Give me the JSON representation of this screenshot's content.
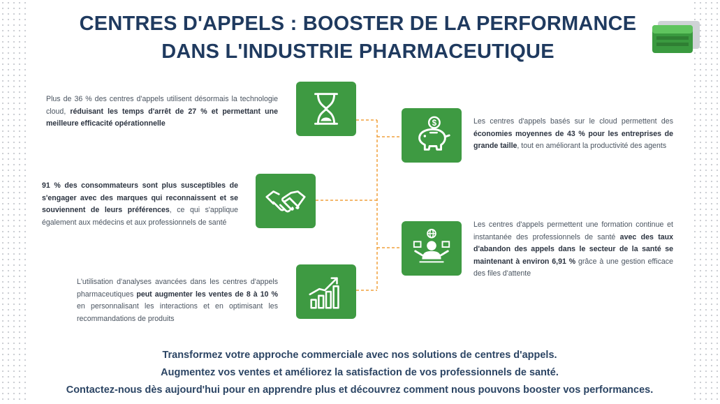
{
  "title": {
    "line1": "CENTRES D'APPELS : BOOSTER DE LA PERFORMANCE",
    "line2": "DANS L'INDUSTRIE PHARMACEUTIQUE"
  },
  "colors": {
    "title": "#1f3a5f",
    "icon_bg": "#3e9a42",
    "connector": "#f0a03c",
    "text": "#4a5460"
  },
  "blocks": [
    {
      "icon": "hourglass-icon",
      "pre": "Plus de 36 % des centres d'appels utilisent désormais la technologie cloud, ",
      "bold": "réduisant les temps d'arrêt de 27 % et permettant une meilleure efficacité opérationnelle",
      "post": ""
    },
    {
      "icon": "piggy-bank-icon",
      "pre": " Les centres d'appels basés sur le cloud permettent des ",
      "bold": "économies moyennes de 43 % pour les entreprises de grande taille",
      "post": ", tout en améliorant la productivité des agents"
    },
    {
      "icon": "handshake-icon",
      "pre": "",
      "bold": "91 % des consommateurs sont plus susceptibles de s'engager avec des marques qui reconnaissent et se souviennent de leurs préférences",
      "post": ", ce qui s'applique également aux médecins et aux professionnels de santé"
    },
    {
      "icon": "training-icon",
      "pre": "Les centres d'appels permettent une formation continue et instantanée des professionnels de santé ",
      "bold": "avec des taux d'abandon des appels dans le secteur de la santé se maintenant à environ 6,91 %",
      "post": " grâce à une gestion efficace des files d'attente"
    },
    {
      "icon": "growth-chart-icon",
      "pre": "L'utilisation d'analyses avancées dans les centres d'appels pharmaceutiques ",
      "bold": "peut augmenter les ventes de 8 à 10 %",
      "post": " en personnalisant les interactions et en optimisant les recommandations de produits"
    }
  ],
  "cta": {
    "line1": "Transformez votre approche commerciale avec nos solutions de centres d'appels.",
    "line2": "Augmentez vos ventes et améliorez la satisfaction de vos professionnels de santé.",
    "line3": "Contactez-nous dès aujourd'hui pour en apprendre plus et découvrez comment nous pouvons booster vos performances."
  }
}
